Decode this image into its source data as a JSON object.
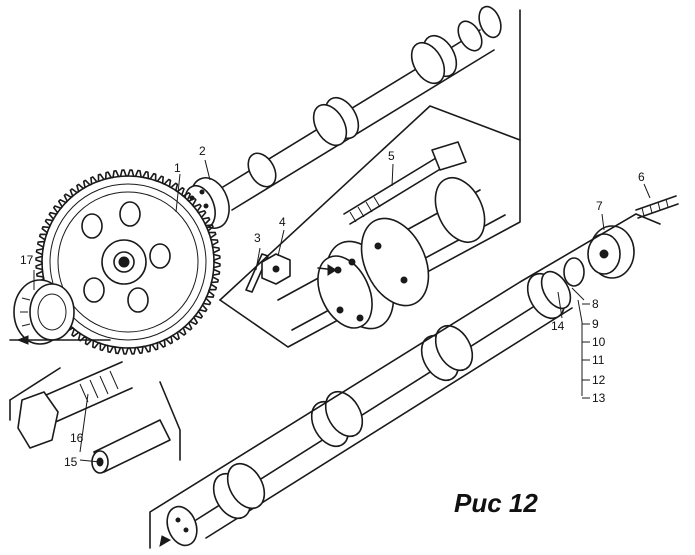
{
  "figure": {
    "caption": "Рис 12",
    "callouts": {
      "n1": "1",
      "n2": "2",
      "n3": "3",
      "n4": "4",
      "n5": "5",
      "n6": "6",
      "n7": "7",
      "n8": "8",
      "n9": "9",
      "n10": "10",
      "n11": "11",
      "n12": "12",
      "n13": "13",
      "n14": "14",
      "n15": "15",
      "n16": "16",
      "n17": "17"
    }
  }
}
